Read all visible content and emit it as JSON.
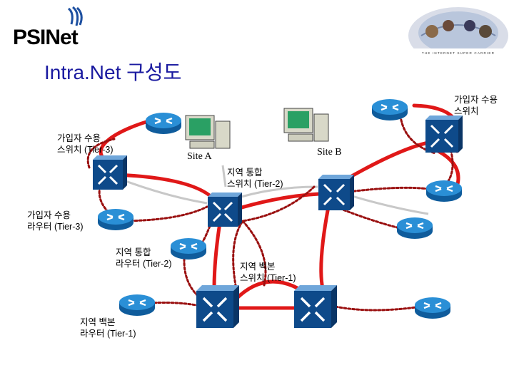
{
  "header": {
    "logo_text": "PSINet",
    "globe_tagline": "THE INTERNET SUPER CARRIER",
    "title": "Intra.Net 구성도"
  },
  "sites": {
    "site_a": "Site A",
    "site_b": "Site B"
  },
  "labels": {
    "subscriber_switch_top": "가입자 수용\n스위치",
    "subscriber_switch_tier3": "가입자 수용\n스위치 (Tier-3)",
    "regional_integration_switch": "지역 통합\n스위치 (Tier-2)",
    "subscriber_router_tier3": "가입자 수용\n라우터 (Tier-3)",
    "regional_integration_router": "지역 통합\n라우터 (Tier-2)",
    "regional_backbone_switch": "지역 백본\n스위치 (Tier-1)",
    "regional_backbone_router": "지역 백본\n라우터 (Tier-1)"
  },
  "colors": {
    "title": "#1a1aa0",
    "backbone_link": "#e01818",
    "access_link_dotted": "#9a1010",
    "uplink_gray": "#c8c8c8",
    "switch_fill": "#1c5ea8",
    "router_fill": "#1a78c2"
  },
  "icons": [
    "router-icon",
    "switch-icon",
    "workstation-icon",
    "globe-icon"
  ]
}
